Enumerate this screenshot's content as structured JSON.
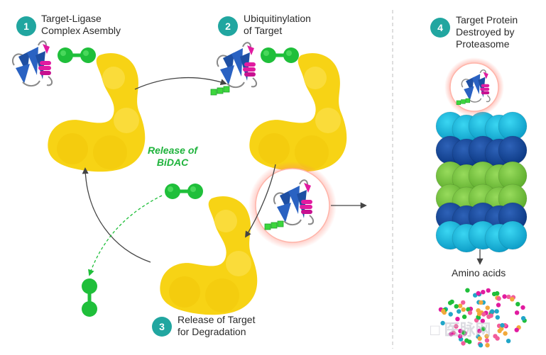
{
  "steps": [
    {
      "number": "1",
      "line1": "Target-Ligase",
      "line2": "Complex Asembly"
    },
    {
      "number": "2",
      "line1": "Ubiquitinylation",
      "line2": "of Target"
    },
    {
      "number": "3",
      "line1": "Release of Target",
      "line2": "for Degradation"
    },
    {
      "number": "4",
      "line1": "Target Protein",
      "line2": "Destroyed by",
      "line3": "Proteasome"
    }
  ],
  "release": {
    "line1": "Release of",
    "line2": "BiDAC"
  },
  "amino_acids_label": "Amino acids",
  "watermark": "□ 医脉网",
  "colors": {
    "ligase_yellow": "#f7d315",
    "bidac_green": "#1fbf3a",
    "ubiquitin_green": "#3dd63d",
    "protein_blue": "#1e4fa3",
    "protein_magenta": "#e11ba0",
    "badge_teal": "#21a6a0",
    "proteasome_dark": "#14489e",
    "proteasome_light": "#1ec3e6",
    "proteasome_green": "#7ac943",
    "glow_red": "#ff7b6b"
  }
}
